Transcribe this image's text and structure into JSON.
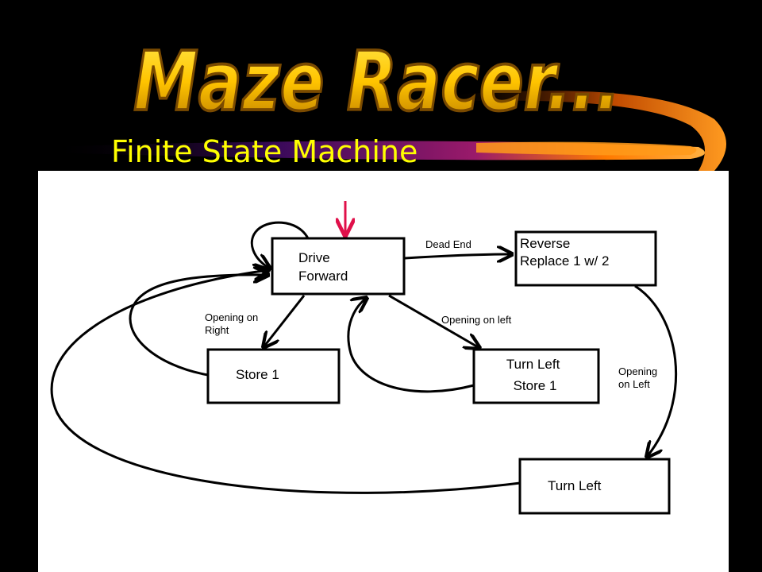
{
  "slide": {
    "title": "Maze Racer...",
    "subtitle": "Finite State Machine",
    "colors": {
      "background": "#000000",
      "title_fill_top": "#FFD200",
      "title_fill_bottom": "#C98A00",
      "title_outline": "#7A4A00",
      "subtitle": "#FFFF00",
      "swoosh_orange": "#FF8C00",
      "swoosh_purple": "#7A1A8C",
      "diagram_background": "#FFFFFF",
      "diagram_ink": "#000000",
      "start_arrow": "#E0104A"
    }
  },
  "diagram": {
    "states": {
      "drive_forward": [
        "Drive",
        "Forward"
      ],
      "reverse": [
        "Reverse",
        "Replace 1 w/ 2"
      ],
      "store_1": [
        "Store 1"
      ],
      "turn_left_store": [
        "Turn Left",
        "Store 1"
      ],
      "turn_left": [
        "Turn Left"
      ]
    },
    "transitions": {
      "dead_end": [
        "Dead End"
      ],
      "opening_right": [
        "Opening on",
        "Right"
      ],
      "opening_left": [
        "Opening on left"
      ],
      "opening_left_2": [
        "Opening",
        "on Left"
      ]
    }
  }
}
